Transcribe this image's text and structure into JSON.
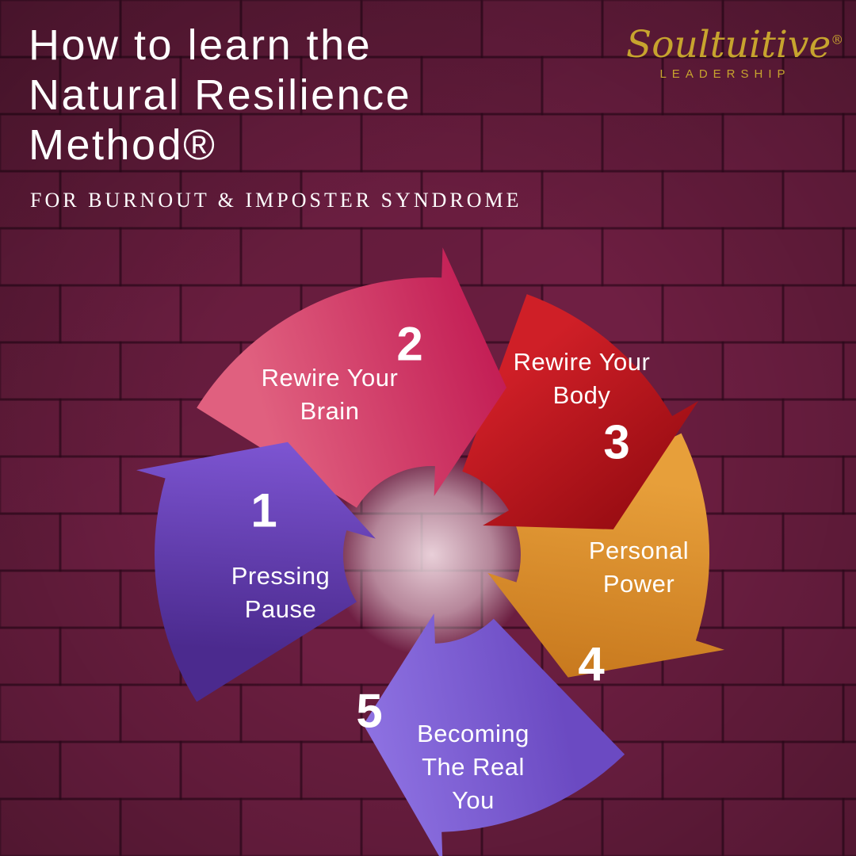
{
  "poster": {
    "background_color": "#6f1f43"
  },
  "header": {
    "title_lines": [
      "How to learn the",
      "Natural Resilience",
      "Method®"
    ],
    "subtitle": "FOR BURNOUT & IMPOSTER SYNDROME",
    "text_color": "#ffffff"
  },
  "logo": {
    "brand": "Soultuitive",
    "registered_mark": "®",
    "tagline": "LEADERSHIP",
    "color": "#c7a42e"
  },
  "diagram": {
    "type": "cycle",
    "steps": [
      {
        "number": "1",
        "label": "Pressing Pause",
        "color_start": "#4b2a8e",
        "color_end": "#7d55d2"
      },
      {
        "number": "2",
        "label": "Rewire Your Brain",
        "color_start": "#e0607f",
        "color_end": "#c31e55"
      },
      {
        "number": "3",
        "label": "Rewire Your Body",
        "color_start": "#cf1f27",
        "color_end": "#9a0d13"
      },
      {
        "number": "4",
        "label": "Personal Power",
        "color_start": "#e79f3a",
        "color_end": "#c8791e"
      },
      {
        "number": "5",
        "label": "Becoming The Real You",
        "color_start": "#6b4ac2",
        "color_end": "#8e72e2"
      }
    ]
  }
}
